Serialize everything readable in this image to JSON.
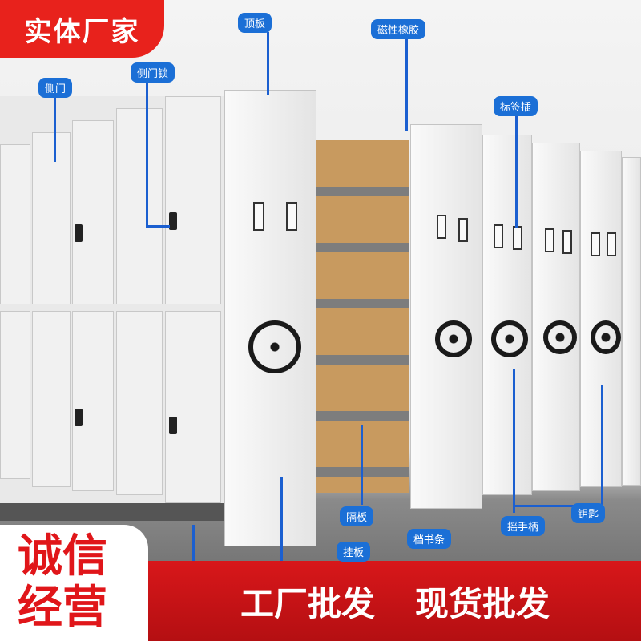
{
  "top_banner": {
    "text": "实体厂家"
  },
  "labels": {
    "top_board": "顶板",
    "magnetic_rubber": "磁性橡胶",
    "side_door": "侧门",
    "side_door_lock": "侧门锁",
    "label_slot": "标签插",
    "shelf_divider": "隔板",
    "book_stop": "档书条",
    "hand_crank": "摇手柄",
    "key": "钥匙",
    "hanging_board": "挂板"
  },
  "bottom_left": {
    "line1": "诚信",
    "line2": "经营"
  },
  "bottom_band": {
    "text1": "工厂批发",
    "text2": "现货批发"
  },
  "colors": {
    "brand_red": "#e8221c",
    "label_blue": "#1b6fd6"
  }
}
